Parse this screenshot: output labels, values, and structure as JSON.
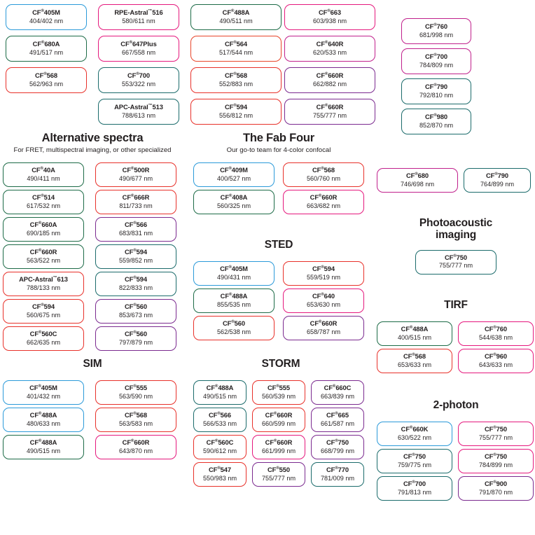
{
  "page": {
    "title": "Fluorescent dye selection chart",
    "background": "#ffffff",
    "colors": {
      "blue": "#2b9ad9",
      "green": "#1d6b47",
      "red": "#e8312a",
      "pink": "#e5187d",
      "purple": "#7b2a8f",
      "teal": "#1b6b6b",
      "magenta": "#c0208c",
      "orange": "#e8452a"
    },
    "units": "nm"
  },
  "top_group_left": {
    "columns": [
      {
        "items": [
          {
            "name": "CF",
            "reg": "®",
            "number": "405M",
            "wavelengths": "404/402 nm",
            "color": "blue"
          },
          {
            "name": "CF",
            "reg": "®",
            "number": "680A",
            "wavelengths": "491/517 nm",
            "color": "green"
          },
          {
            "name": "CF",
            "reg": "®",
            "number": "568",
            "wavelengths": "562/963 nm",
            "color": "red"
          }
        ]
      },
      {
        "items": [
          {
            "name": "RPE-Astral",
            "reg": "™",
            "number": "516",
            "wavelengths": "580/611 nm",
            "color": "pink"
          },
          {
            "name": "CF",
            "reg": "®",
            "number": "647Plus",
            "wavelengths": "667/558 nm",
            "color": "pink"
          },
          {
            "name": "CF",
            "reg": "®",
            "number": "700",
            "wavelengths": "553/322 nm",
            "color": "teal"
          },
          {
            "name": "APC-Astral",
            "reg": "™",
            "number": "513",
            "wavelengths": "788/613 nm",
            "color": "teal"
          }
        ]
      }
    ]
  },
  "top_group_mid": {
    "columns": [
      {
        "items": [
          {
            "name": "CF",
            "reg": "®",
            "number": "488A",
            "wavelengths": "490/511 nm",
            "color": "green"
          },
          {
            "name": "CF",
            "reg": "®",
            "number": "564",
            "wavelengths": "517/544 nm",
            "color": "orange"
          },
          {
            "name": "CF",
            "reg": "®",
            "number": "568",
            "wavelengths": "552/883 nm",
            "color": "red"
          },
          {
            "name": "CF",
            "reg": "®",
            "number": "594",
            "wavelengths": "556/812 nm",
            "color": "red"
          }
        ]
      },
      {
        "items": [
          {
            "name": "CF",
            "reg": "®",
            "number": "663",
            "wavelengths": "603/938 nm",
            "color": "pink"
          },
          {
            "name": "CF",
            "reg": "®",
            "number": "640R",
            "wavelengths": "620/533 nm",
            "color": "magenta"
          },
          {
            "name": "CF",
            "reg": "®",
            "number": "660R",
            "wavelengths": "662/882 nm",
            "color": "purple"
          },
          {
            "name": "CF",
            "reg": "®",
            "number": "660R",
            "wavelengths": "755/777 nm",
            "color": "purple"
          }
        ]
      }
    ]
  },
  "top_group_right": {
    "items": [
      {
        "name": "CF",
        "reg": "®",
        "number": "760",
        "wavelengths": "681/998 nm",
        "color": "magenta"
      },
      {
        "name": "CF",
        "reg": "®",
        "number": "700",
        "wavelengths": "784/809 nm",
        "color": "magenta"
      },
      {
        "name": "CF",
        "reg": "®",
        "number": "790",
        "wavelengths": "792/810 nm",
        "color": "teal"
      },
      {
        "name": "CF",
        "reg": "®",
        "number": "980",
        "wavelengths": "852/870 nm",
        "color": "teal"
      }
    ]
  },
  "alternative_spectra": {
    "title": "Alternative spectra",
    "subtitle": "For FRET, multispectral imaging, or other specialized",
    "columns": [
      {
        "items": [
          {
            "name": "CF",
            "reg": "®",
            "number": "40A",
            "wavelengths": "490/411 nm",
            "color": "green"
          },
          {
            "name": "CF",
            "reg": "®",
            "number": "514",
            "wavelengths": "617/532 nm",
            "color": "green"
          },
          {
            "name": "CF",
            "reg": "®",
            "number": "660A",
            "wavelengths": "690/185 nm",
            "color": "green"
          },
          {
            "name": "CF",
            "reg": "®",
            "number": "660R",
            "wavelengths": "563/522 nm",
            "color": "green"
          },
          {
            "name": "APC-Astral",
            "reg": "™",
            "number": "613",
            "wavelengths": "788/133 nm",
            "color": "red"
          },
          {
            "name": "CF",
            "reg": "®",
            "number": "594",
            "wavelengths": "560/675 nm",
            "color": "red"
          },
          {
            "name": "CF",
            "reg": "®",
            "number": "560C",
            "wavelengths": "662/635 nm",
            "color": "red"
          }
        ]
      },
      {
        "items": [
          {
            "name": "CF",
            "reg": "®",
            "number": "500R",
            "wavelengths": "490/677 nm",
            "color": "red"
          },
          {
            "name": "CF",
            "reg": "®",
            "number": "666R",
            "wavelengths": "811/733 nm",
            "color": "red"
          },
          {
            "name": "CF",
            "reg": "®",
            "number": "566",
            "wavelengths": "683/831 nm",
            "color": "purple"
          },
          {
            "name": "CF",
            "reg": "®",
            "number": "594",
            "wavelengths": "559/852 nm",
            "color": "teal"
          },
          {
            "name": "CF",
            "reg": "®",
            "number": "594",
            "wavelengths": "822/833 nm",
            "color": "teal"
          },
          {
            "name": "CF",
            "reg": "®",
            "number": "560",
            "wavelengths": "853/673 nm",
            "color": "purple"
          },
          {
            "name": "CF",
            "reg": "®",
            "number": "560",
            "wavelengths": "797/879 nm",
            "color": "purple"
          }
        ]
      }
    ]
  },
  "fab_four": {
    "title": "The Fab Four",
    "subtitle": "Our go-to team for 4-color confocal",
    "columns": [
      {
        "items": [
          {
            "name": "CF",
            "reg": "®",
            "number": "409M",
            "wavelengths": "400/527 nm",
            "color": "blue"
          },
          {
            "name": "CF",
            "reg": "®",
            "number": "408A",
            "wavelengths": "560/325 nm",
            "color": "green"
          }
        ]
      },
      {
        "items": [
          {
            "name": "CF",
            "reg": "®",
            "number": "568",
            "wavelengths": "560/760 nm",
            "color": "red"
          },
          {
            "name": "CF",
            "reg": "®",
            "number": "660R",
            "wavelengths": "663/682 nm",
            "color": "pink"
          }
        ]
      }
    ]
  },
  "sted": {
    "title": "STED",
    "columns": [
      {
        "items": [
          {
            "name": "CF",
            "reg": "®",
            "number": "405M",
            "wavelengths": "490/431 nm",
            "color": "blue"
          },
          {
            "name": "CF",
            "reg": "®",
            "number": "488A",
            "wavelengths": "855/535 nm",
            "color": "green"
          },
          {
            "name": "CF",
            "reg": "®",
            "number": "560",
            "wavelengths": "562/538 nm",
            "color": "red"
          }
        ]
      },
      {
        "items": [
          {
            "name": "CF",
            "reg": "®",
            "number": "594",
            "wavelengths": "559/519 nm",
            "color": "red"
          },
          {
            "name": "CF",
            "reg": "®",
            "number": "640",
            "wavelengths": "653/630 nm",
            "color": "pink"
          },
          {
            "name": "CF",
            "reg": "®",
            "number": "660R",
            "wavelengths": "658/787 nm",
            "color": "purple"
          }
        ]
      }
    ]
  },
  "sim": {
    "title": "SIM",
    "columns": [
      {
        "items": [
          {
            "name": "CF",
            "reg": "®",
            "number": "405M",
            "wavelengths": "401/432 nm",
            "color": "blue"
          },
          {
            "name": "CF",
            "reg": "®",
            "number": "488A",
            "wavelengths": "480/633 nm",
            "color": "blue"
          },
          {
            "name": "CF",
            "reg": "®",
            "number": "488A",
            "wavelengths": "490/515 nm",
            "color": "green"
          }
        ]
      },
      {
        "items": [
          {
            "name": "CF",
            "reg": "®",
            "number": "555",
            "wavelengths": "563/590 nm",
            "color": "red"
          },
          {
            "name": "CF",
            "reg": "®",
            "number": "568",
            "wavelengths": "563/583 nm",
            "color": "red"
          },
          {
            "name": "CF",
            "reg": "®",
            "number": "660R",
            "wavelengths": "643/870 nm",
            "color": "pink"
          }
        ]
      }
    ]
  },
  "storm": {
    "title": "STORM",
    "columns": [
      {
        "items": [
          {
            "name": "CF",
            "reg": "®",
            "number": "488A",
            "wavelengths": "490/515 nm",
            "color": "teal"
          },
          {
            "name": "CF",
            "reg": "®",
            "number": "566",
            "wavelengths": "566/533 nm",
            "color": "teal"
          },
          {
            "name": "CF",
            "reg": "®",
            "number": "560C",
            "wavelengths": "590/612 nm",
            "color": "red"
          },
          {
            "name": "CF",
            "reg": "®",
            "number": "547",
            "wavelengths": "550/983 nm",
            "color": "red"
          }
        ]
      },
      {
        "items": [
          {
            "name": "CF",
            "reg": "®",
            "number": "555",
            "wavelengths": "560/539 nm",
            "color": "red"
          },
          {
            "name": "CF",
            "reg": "®",
            "number": "660R",
            "wavelengths": "660/599 nm",
            "color": "red"
          },
          {
            "name": "CF",
            "reg": "®",
            "number": "660R",
            "wavelengths": "661/999 nm",
            "color": "pink"
          },
          {
            "name": "CF",
            "reg": "®",
            "number": "550",
            "wavelengths": "755/777 nm",
            "color": "purple"
          }
        ]
      },
      {
        "items": [
          {
            "name": "CF",
            "reg": "®",
            "number": "660C",
            "wavelengths": "663/839 nm",
            "color": "purple"
          },
          {
            "name": "CF",
            "reg": "®",
            "number": "665",
            "wavelengths": "661/587 nm",
            "color": "purple"
          },
          {
            "name": "CF",
            "reg": "®",
            "number": "750",
            "wavelengths": "668/799 nm",
            "color": "purple"
          },
          {
            "name": "CF",
            "reg": "®",
            "number": "770",
            "wavelengths": "781/009 nm",
            "color": "teal"
          }
        ]
      }
    ]
  },
  "right_pair": {
    "items": [
      {
        "name": "CF",
        "reg": "®",
        "number": "680",
        "wavelengths": "746/698 nm",
        "color": "magenta"
      },
      {
        "name": "CF",
        "reg": "®",
        "number": "790",
        "wavelengths": "764/899 nm",
        "color": "teal"
      }
    ]
  },
  "photoacoustic": {
    "title": "Photoacoustic imaging",
    "title_line1": "Photoacoustic",
    "title_line2": "imaging",
    "items": [
      {
        "name": "CF",
        "reg": "®",
        "number": "750",
        "wavelengths": "755/777 nm",
        "color": "teal"
      }
    ]
  },
  "tirf": {
    "title": "TIRF",
    "columns": [
      {
        "items": [
          {
            "name": "CF",
            "reg": "®",
            "number": "488A",
            "wavelengths": "400/515 nm",
            "color": "green"
          },
          {
            "name": "CF",
            "reg": "®",
            "number": "568",
            "wavelengths": "653/633 nm",
            "color": "red"
          }
        ]
      },
      {
        "items": [
          {
            "name": "CF",
            "reg": "®",
            "number": "760",
            "wavelengths": "544/638 nm",
            "color": "pink"
          },
          {
            "name": "CF",
            "reg": "®",
            "number": "960",
            "wavelengths": "643/633 nm",
            "color": "pink"
          }
        ]
      }
    ]
  },
  "two_photon": {
    "title": "2-photon",
    "columns": [
      {
        "items": [
          {
            "name": "CF",
            "reg": "®",
            "number": "660K",
            "wavelengths": "630/522 nm",
            "color": "blue"
          },
          {
            "name": "CF",
            "reg": "®",
            "number": "750",
            "wavelengths": "759/775 nm",
            "color": "teal"
          },
          {
            "name": "CF",
            "reg": "®",
            "number": "700",
            "wavelengths": "791/813 nm",
            "color": "teal"
          }
        ]
      },
      {
        "items": [
          {
            "name": "CF",
            "reg": "®",
            "number": "750",
            "wavelengths": "755/777 nm",
            "color": "pink"
          },
          {
            "name": "CF",
            "reg": "®",
            "number": "750",
            "wavelengths": "784/899 nm",
            "color": "pink"
          },
          {
            "name": "CF",
            "reg": "®",
            "number": "900",
            "wavelengths": "791/870 nm",
            "color": "purple"
          }
        ]
      }
    ]
  }
}
